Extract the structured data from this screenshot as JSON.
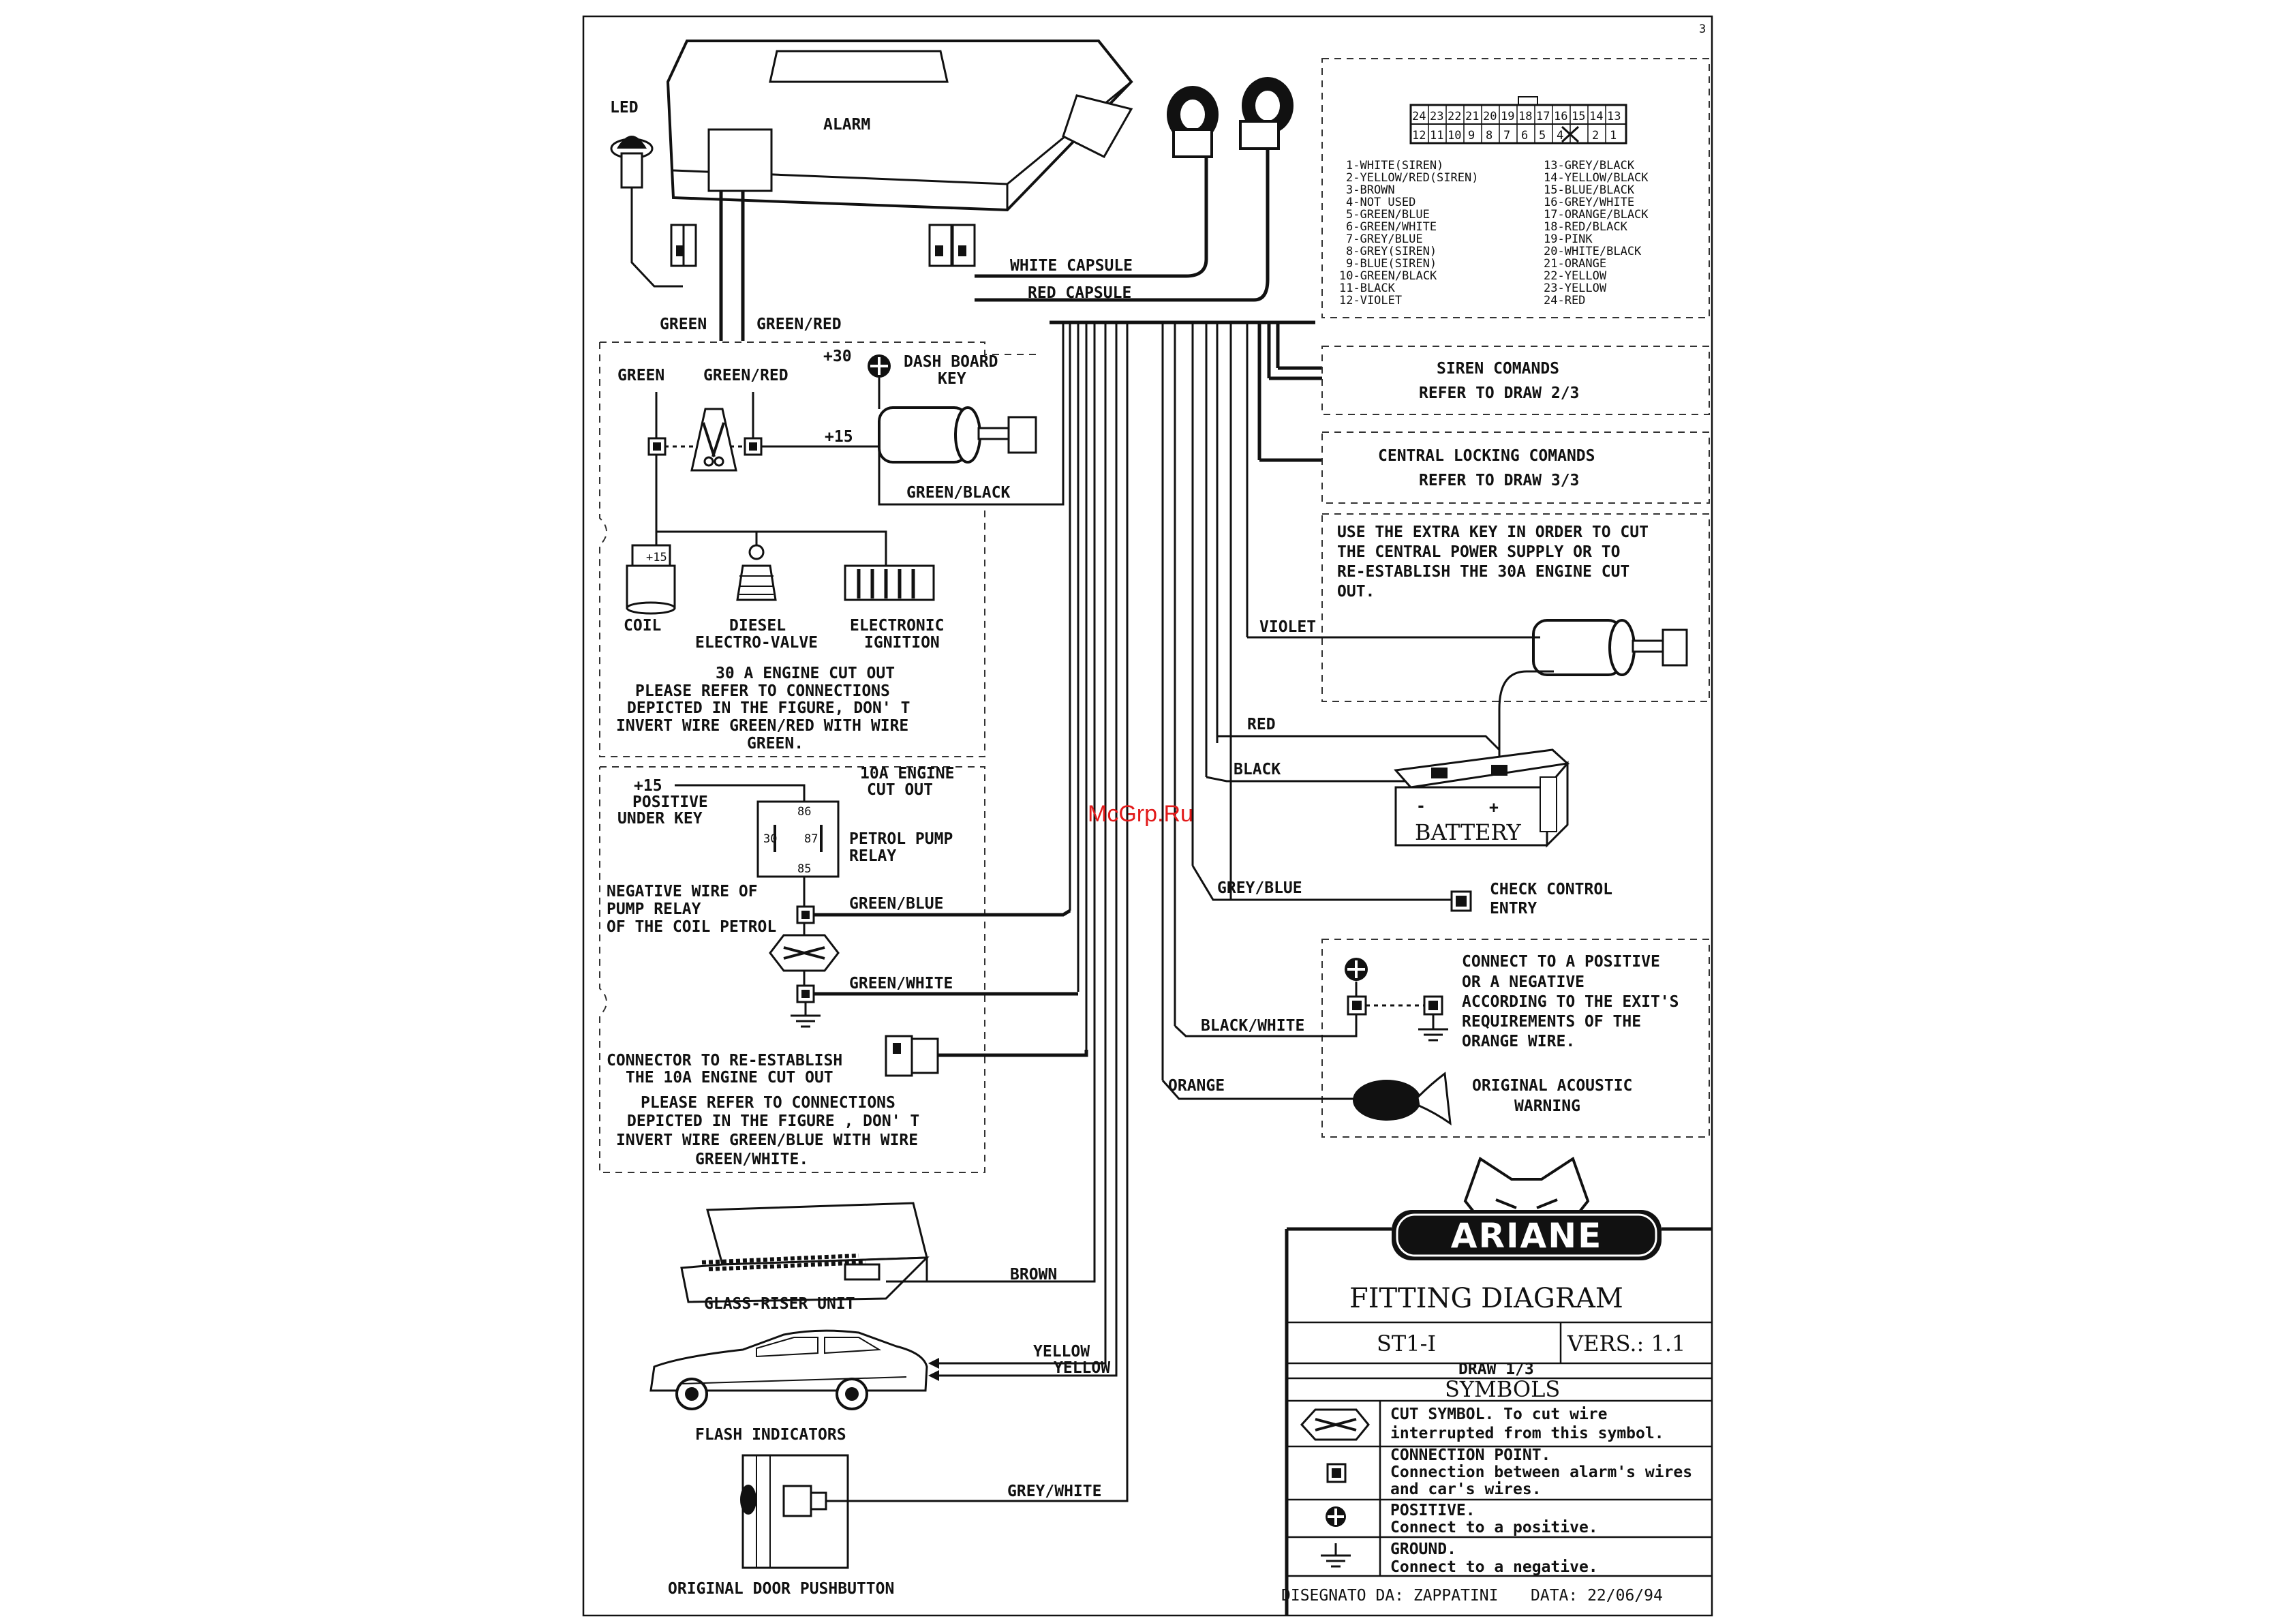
{
  "page_number": "3",
  "watermark": "McGrp.Ru",
  "top": {
    "led": "LED",
    "alarm": "ALARM",
    "white_capsule": "WHITE CAPSULE",
    "red_capsule": "RED CAPSULE",
    "green": "GREEN",
    "green_red": "GREEN/RED"
  },
  "connector": {
    "top_row": [
      "24",
      "23",
      "22",
      "21",
      "20",
      "19",
      "18",
      "17",
      "16",
      "15",
      "14",
      "13"
    ],
    "bottom_row": [
      "12",
      "11",
      "10",
      "9",
      "8",
      "7",
      "6",
      "5",
      "4",
      "3",
      "2",
      "1"
    ],
    "pins_left": [
      "1-WHITE(SIREN)",
      "2-YELLOW/RED(SIREN)",
      "3-BROWN",
      "4-NOT USED",
      "5-GREEN/BLUE",
      "6-GREEN/WHITE",
      "7-GREY/BLUE",
      "8-GREY(SIREN)",
      "9-BLUE(SIREN)",
      "10-GREEN/BLACK",
      "11-BLACK",
      "12-VIOLET"
    ],
    "pins_right": [
      "13-GREY/BLACK",
      "14-YELLOW/BLACK",
      "15-BLUE/BLACK",
      "16-GREY/WHITE",
      "17-ORANGE/BLACK",
      "18-RED/BLACK",
      "19-PINK",
      "20-WHITE/BLACK",
      "21-ORANGE",
      "22-YELLOW",
      "23-YELLOW",
      "24-RED"
    ]
  },
  "cut30": {
    "green": "GREEN",
    "green_red": "GREEN/RED",
    "plus30": "+30",
    "plus15": "+15",
    "dash1": "DASH BOARD",
    "dash2": "KEY",
    "green_black": "GREEN/BLACK",
    "coil": "COIL",
    "coil_mark": "+15",
    "diesel1": "DIESEL",
    "diesel2": "ELECTRO-VALVE",
    "elec1": "ELECTRONIC",
    "elec2": "IGNITION",
    "note": [
      "30 A ENGINE CUT OUT",
      "PLEASE REFER TO CONNECTIONS",
      "DEPICTED IN THE FIGURE, DON' T",
      "INVERT WIRE GREEN/RED WITH WIRE",
      "GREEN."
    ]
  },
  "cut10": {
    "plus15": "+15",
    "positive": "POSITIVE",
    "under_key": "UNDER KEY",
    "title1": "10A ENGINE",
    "title2": "CUT OUT",
    "relay1": "PETROL PUMP",
    "relay2": "RELAY",
    "relay_pins": [
      "86",
      "30",
      "87",
      "85"
    ],
    "neg": [
      "NEGATIVE WIRE OF",
      "PUMP RELAY",
      "OF THE COIL PETROL"
    ],
    "green_blue": "GREEN/BLUE",
    "green_white": "GREEN/WHITE",
    "conn1": "CONNECTOR TO RE-ESTABLISH",
    "conn2": "THE 10A ENGINE CUT OUT",
    "note": [
      "PLEASE REFER TO CONNECTIONS",
      "DEPICTED IN THE FIGURE , DON' T",
      "INVERT WIRE GREEN/BLUE WITH WIRE",
      "GREEN/WHITE."
    ]
  },
  "bottom_left": {
    "brown": "BROWN",
    "glass": "GLASS-RISER UNIT",
    "yellow1": "YELLOW",
    "yellow2": "YELLOW",
    "flash": "FLASH INDICATORS",
    "grey_white": "GREY/WHITE",
    "door": "ORIGINAL DOOR PUSHBUTTON"
  },
  "right": {
    "siren1": "SIREN COMANDS",
    "siren2": "REFER TO DRAW 2/3",
    "cl1": "CENTRAL LOCKING COMANDS",
    "cl2": "REFER TO DRAW 3/3",
    "extra": [
      "USE THE EXTRA KEY IN ORDER TO CUT",
      "THE CENTRAL POWER SUPPLY OR TO",
      "RE-ESTABLISH THE 30A ENGINE CUT",
      "OUT."
    ],
    "violet": "VIOLET",
    "red": "RED",
    "black": "BLACK",
    "battery": "BATTERY",
    "minus": "-",
    "plus": "+",
    "grey_blue": "GREY/BLUE",
    "check1": "CHECK CONTROL",
    "check2": "ENTRY",
    "posneg": [
      "CONNECT TO A POSITIVE",
      "OR A NEGATIVE",
      "ACCORDING TO THE EXIT'S",
      "REQUIREMENTS OF THE",
      "ORANGE WIRE."
    ],
    "black_white": "BLACK/WHITE",
    "orange": "ORANGE",
    "acoustic1": "ORIGINAL ACOUSTIC",
    "acoustic2": "WARNING"
  },
  "title_block": {
    "brand": "ARIANE",
    "title": "FITTING DIAGRAM",
    "model": "ST1-I",
    "version": "VERS.: 1.1",
    "draw": "DRAW 1/3",
    "symbols": "SYMBOLS",
    "cut": [
      "CUT SYMBOL. To cut wire",
      "interrupted from this symbol."
    ],
    "conn": [
      "CONNECTION POINT.",
      "Connection between alarm's wires",
      "and car's wires."
    ],
    "pos": [
      "POSITIVE.",
      "Connect to a positive."
    ],
    "gnd": [
      "GROUND.",
      "Connect to a negative."
    ],
    "drawn": "DISEGNATO DA: ZAPPATINI",
    "date": "DATA: 22/06/94"
  }
}
